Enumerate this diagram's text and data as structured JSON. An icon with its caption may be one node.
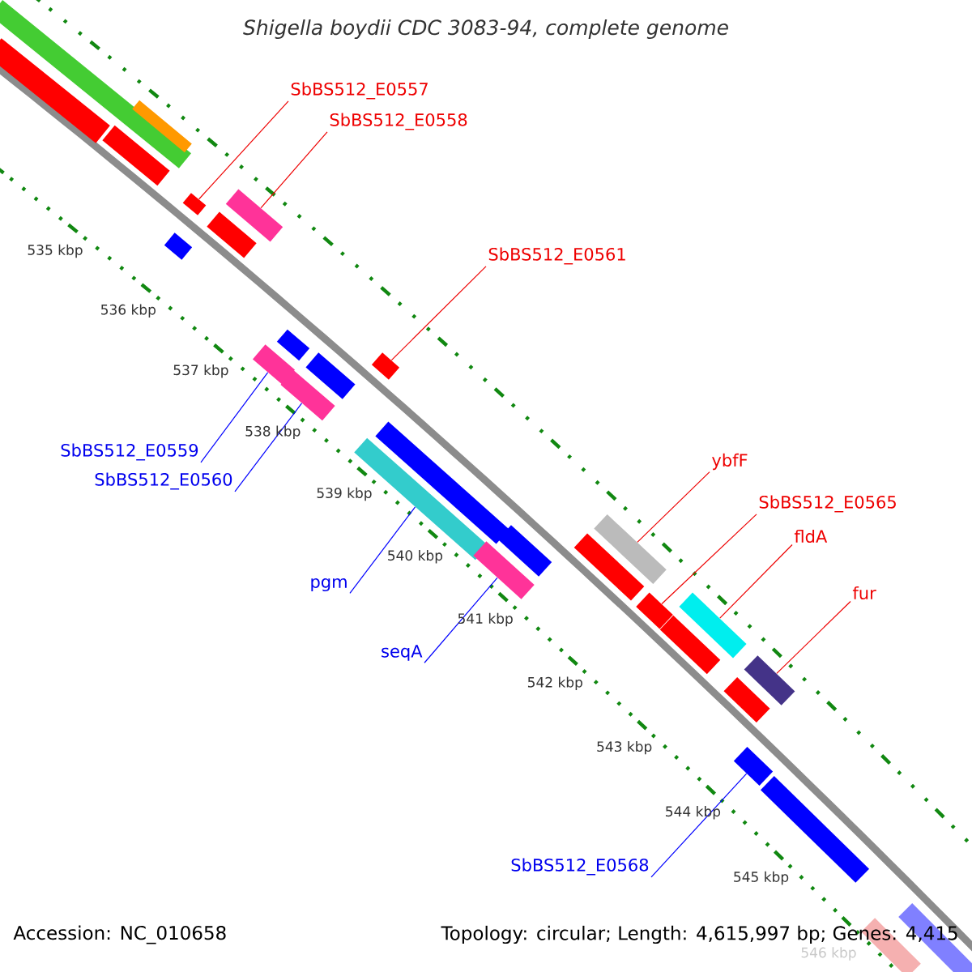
{
  "diagram": {
    "title": "Shigella boydii CDC 3083-94, complete genome",
    "nodes": [
      {
        "text": [
          "SbBS512_E0557"
        ]
      },
      {
        "text": [
          "SbBS512_E0558"
        ]
      },
      {
        "text": [
          "SbBS512_E0561"
        ]
      },
      {
        "text": [
          "ybfF"
        ]
      },
      {
        "text": [
          "SbBS512_E0565"
        ]
      },
      {
        "text": [
          "fldA"
        ]
      },
      {
        "text": [
          "fur"
        ]
      },
      {
        "text": [
          "SbBS512_E0559"
        ]
      },
      {
        "text": [
          "SbBS512_E0560"
        ]
      },
      {
        "text": [
          "pgm"
        ]
      },
      {
        "text": [
          "seqA"
        ]
      },
      {
        "text": [
          "SbBS512_E0568"
        ]
      },
      {
        "text": [],
        "shape": "bar"
      },
      {
        "text": [],
        "shape": "bar"
      },
      {
        "text": [],
        "shape": "bar"
      },
      {
        "text": [],
        "shape": "bar"
      },
      {
        "text": [],
        "shape": "bar"
      },
      {
        "text": [],
        "shape": "bar"
      },
      {
        "text": [],
        "shape": "bar"
      },
      {
        "text": [],
        "shape": "bar"
      },
      {
        "text": [],
        "shape": "bar"
      },
      {
        "text": [],
        "shape": "bar"
      },
      {
        "text": [],
        "shape": "bar"
      },
      {
        "text": [],
        "shape": "bar"
      },
      {
        "text": [],
        "shape": "bar"
      },
      {
        "text": [],
        "shape": "bar"
      },
      {
        "text": [],
        "shape": "bar"
      },
      {
        "text": [],
        "shape": "bar"
      },
      {
        "text": [],
        "shape": "bar"
      },
      {
        "text": [],
        "shape": "bar"
      },
      {
        "text": [],
        "shape": "bar"
      },
      {
        "text": [],
        "shape": "bar"
      },
      {
        "text": [],
        "shape": "bar"
      },
      {
        "text": [],
        "shape": "bar"
      },
      {
        "text": [],
        "shape": "bar"
      },
      {
        "text": [],
        "shape": "bar"
      },
      {
        "text": [],
        "shape": "bar"
      },
      {
        "text": [],
        "shape": "bar"
      },
      {
        "text": [],
        "shape": "bar"
      },
      {
        "text": [],
        "shape": "bar"
      }
    ],
    "edges": [
      {
        "from": 0,
        "to": 12,
        "arrow": "none"
      },
      {
        "from": 1,
        "to": 13,
        "arrow": "none"
      },
      {
        "from": 2,
        "to": 14,
        "arrow": "none"
      },
      {
        "from": 3,
        "to": 15,
        "arrow": "none"
      },
      {
        "from": 4,
        "to": 16,
        "arrow": "none"
      },
      {
        "from": 5,
        "to": 17,
        "arrow": "none"
      },
      {
        "from": 6,
        "to": 18,
        "arrow": "none"
      },
      {
        "from": 7,
        "to": 19,
        "arrow": "none",
        "color": "#0000ff"
      },
      {
        "from": 8,
        "to": 20,
        "arrow": "none",
        "color": "#0000ff"
      },
      {
        "from": 9,
        "to": 21,
        "arrow": "none",
        "color": "#0000ff"
      },
      {
        "from": 10,
        "to": 22,
        "arrow": "none",
        "color": "#0000ff"
      },
      {
        "from": 11,
        "to": 23,
        "arrow": "none",
        "color": "#0000ff"
      }
    ],
    "labels": [
      "535 kbp",
      "536 kbp",
      "537 kbp",
      "538 kbp",
      "539 kbp",
      "540 kbp",
      "541 kbp",
      "542 kbp",
      "543 kbp",
      "544 kbp",
      "545 kbp",
      "546 kbp",
      "Accession: NC_010658",
      "Topology: circular; Length: 4,615,997 bp; Genes: 4,415"
    ]
  }
}
